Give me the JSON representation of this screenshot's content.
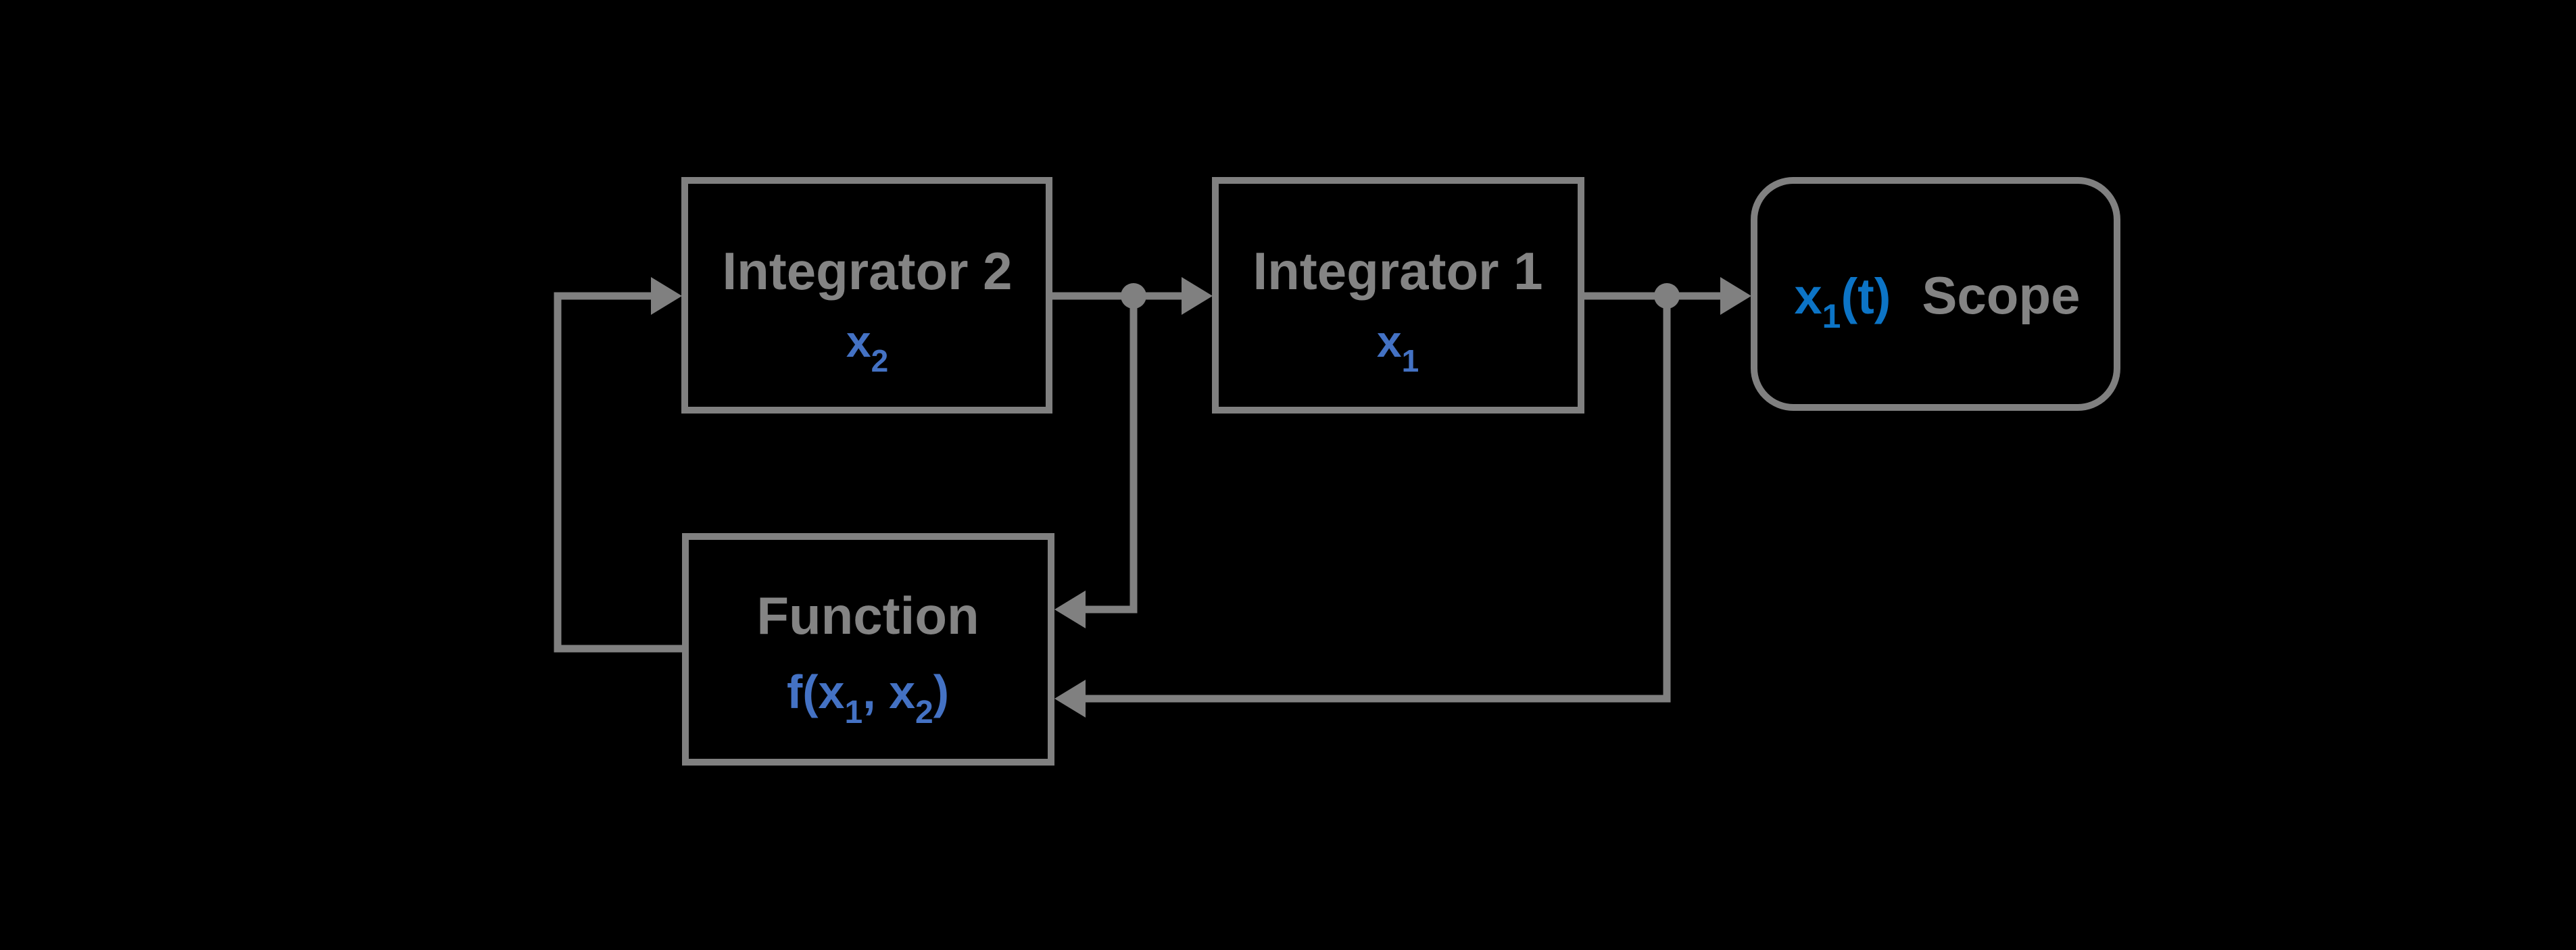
{
  "colors": {
    "background": "#000000",
    "line-gray": "#808080",
    "text-gray": "#848484",
    "state-blue": "#4472c4",
    "signal-blue": "#0c74c6"
  },
  "blocks": {
    "integrator2": {
      "title": "Integrator 2",
      "state_base": "x",
      "state_sub": "2"
    },
    "integrator1": {
      "title": "Integrator 1",
      "state_base": "x",
      "state_sub": "1"
    },
    "function": {
      "title": "Function",
      "formula_p1": "f(x",
      "formula_sub1": "1",
      "formula_p2": ", x",
      "formula_sub2": "2",
      "formula_p3": ")"
    },
    "scope": {
      "label": "Scope",
      "signal_base": "x",
      "signal_sub": "1",
      "signal_suffix": "(t)"
    }
  }
}
